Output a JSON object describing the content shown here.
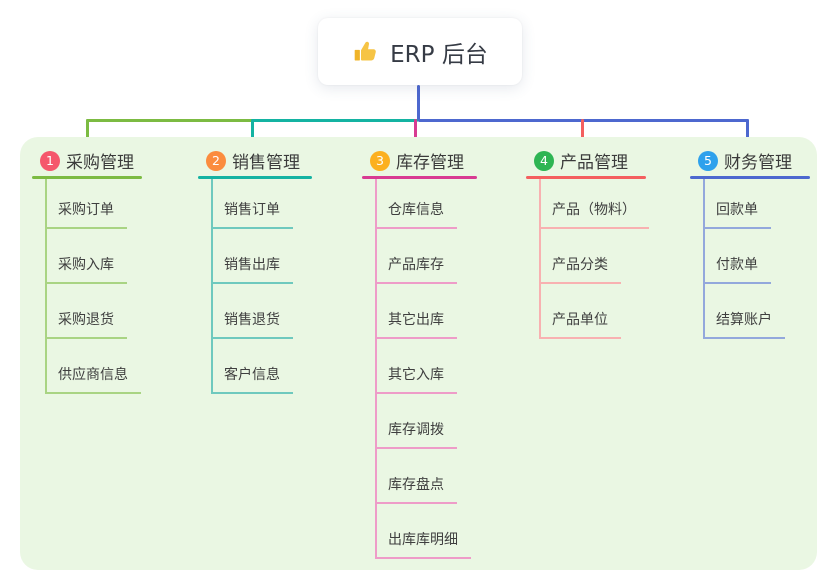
{
  "root": {
    "title": "ERP 后台",
    "icon": "thumbs-up"
  },
  "palette": {
    "panel_bg": "#eaf7e3",
    "center_stem": "#4d68cf"
  },
  "branches": [
    {
      "badge": "1",
      "title": "采购管理",
      "badge_color": "#f5576c",
      "line_color": "#7cbb42",
      "light_line_color": "#a9d483",
      "children": [
        "采购订单",
        "采购入库",
        "采购退货",
        "供应商信息"
      ]
    },
    {
      "badge": "2",
      "title": "销售管理",
      "badge_color": "#fb8c3e",
      "line_color": "#14b3a2",
      "light_line_color": "#6fc9be",
      "children": [
        "销售订单",
        "销售出库",
        "销售退货",
        "客户信息"
      ]
    },
    {
      "badge": "3",
      "title": "库存管理",
      "badge_color": "#fcb01f",
      "line_color": "#d83b92",
      "light_line_color": "#ee9cc8",
      "children": [
        "仓库信息",
        "产品库存",
        "其它出库",
        "其它入库",
        "库存调拨",
        "库存盘点",
        "出库库明细"
      ]
    },
    {
      "badge": "4",
      "title": "产品管理",
      "badge_color": "#2eb553",
      "line_color": "#f45f5f",
      "light_line_color": "#f8b1b1",
      "children": [
        "产品（物料）",
        "产品分类",
        "产品单位"
      ]
    },
    {
      "badge": "5",
      "title": "财务管理",
      "badge_color": "#2ea1ec",
      "line_color": "#4d68cf",
      "light_line_color": "#93a8dc",
      "children": [
        "回款单",
        "付款单",
        "结算账户"
      ]
    }
  ]
}
